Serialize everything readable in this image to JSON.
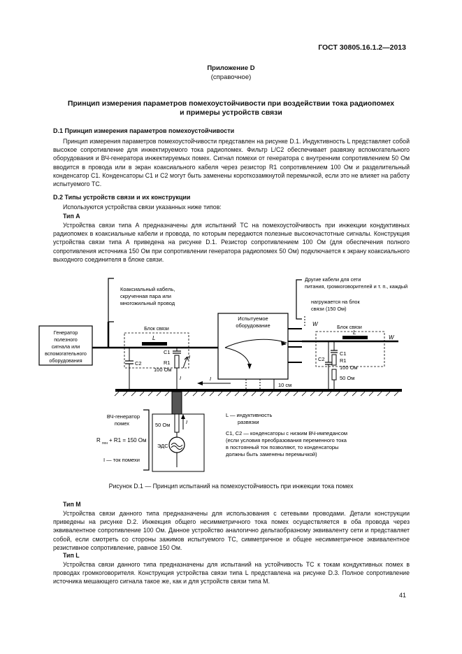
{
  "header": {
    "standard": "ГОСТ 30805.16.1.2—2013"
  },
  "annex": {
    "title": "Приложение D",
    "subtitle": "(справочное)"
  },
  "main_title": {
    "line1": "Принцип измерения параметров помехоустойчивости при воздействии тока радиопомех",
    "line2": "и примеры устройств связи"
  },
  "section_d1": {
    "heading": "D.1 Принцип измерения параметров помехоустойчивости",
    "para": "Принцип измерения параметров помехоустойчивости представлен на рисунке D.1. Индуктивность L представляет собой высокое сопротивление для инжектируемого тока радиопомех. Фильтр L/C2 обеспечивает развязку вспомогательного оборудования и ВЧ-генератора инжектируемых помех. Сигнал помехи от генератора с внутренним сопротивлением 50 Ом вводится в провода или в экран коаксиального кабеля через резистор R1 сопротивлением 100 Ом и разделительный конденсатор C1. Конденсаторы C1 и C2 могут быть заменены короткозамкнутой перемычкой, если это не влияет на работу испытуемого ТС."
  },
  "section_d2": {
    "heading": "D.2 Типы устройств связи и их конструкции",
    "intro": "Используются устройства связи указанных ниже типов:",
    "type_a_label": "Тип А",
    "type_a_para": "Устройства связи типа А предназначены для испытаний ТС на помехоустойчивость при инжекции кондуктивных радиопомех в коаксиальные кабели и провода, по которым передаются полезные высокочастотные сигналы. Конструкция устройства связи типа А приведена на рисунке D.1. Резистор сопротивлением 100 Ом (для обеспечения полного сопротивления источника 150 Ом при сопротивлении генератора радиопомех 50 Ом) подключается к экрану коаксиального выходного соединителя в блоке связи.",
    "type_m_label": "Тип М",
    "type_m_para": "Устройства связи данного типа предназначены для использования с сетевыми проводами. Детали конструкции приведены на рисунке D.2. Инжекция общего несимметричного тока помех осуществляется в оба провода через эквивалентное сопротивление 100 Ом. Данное устройство аналогично дельтаобразному эквиваленту сети и представляет собой, если смотреть со стороны зажимов испытуемого ТС, симметричное и общее несимметричное эквивалентное резистивное сопротивление, равное 150 Ом.",
    "type_l_label": "Тип L",
    "type_l_para": "Устройства связи данного типа предназначены для испытаний на устойчивость ТС к токам кондуктивных помех в проводах громкоговорителя. Конструкция устройства связи типа L представлена на рисунке D.3. Полное сопротивление источника мешающего сигнала такое же, как и для устройств связи типа М."
  },
  "figure": {
    "coax_label": [
      "Коаксиальный кабель,",
      "скрученная пара или",
      "многожильный провод"
    ],
    "other_cables": [
      "Другие кабели для сети",
      "питания, громкоговорителей и т. п., каждый",
      "нагружается на блок",
      "связи (150 Ом)"
    ],
    "generator_box": [
      "Генератор",
      "полезного",
      "сигнала или",
      "вспомогательного",
      "оборудования"
    ],
    "eut_box": [
      "Испытуемое",
      "оборудование"
    ],
    "coupling_block": "Блок связи",
    "L": "L",
    "C1": "C1",
    "C2": "C2",
    "R1": "R1",
    "r100": "100 Ом",
    "I": "I",
    "W": "W",
    "height": "10 см",
    "rf_gen": [
      "ВЧ-генератор",
      "помех"
    ],
    "r_formula": "R",
    "r_formula_sub": "ген",
    "r_formula_rest": " + R1 = 150 Ом",
    "i_note": "I — ток помехи",
    "r50": "50 Ом",
    "eds": "ЭДС",
    "legend_L": [
      "L — индуктивность",
      "развязки"
    ],
    "legend_C": [
      "C1, C2 — конденсаторы с низким ВЧ-импедансом",
      "(если условия преобразования переменного тока",
      "в постоянный ток позволяют, то конденсаторы",
      "должны быть заменены перемычкой)"
    ]
  },
  "caption": "Рисунок D.1 — Принцип испытаний на помехоустойчивость при инжекции тока помех",
  "page_number": "41"
}
